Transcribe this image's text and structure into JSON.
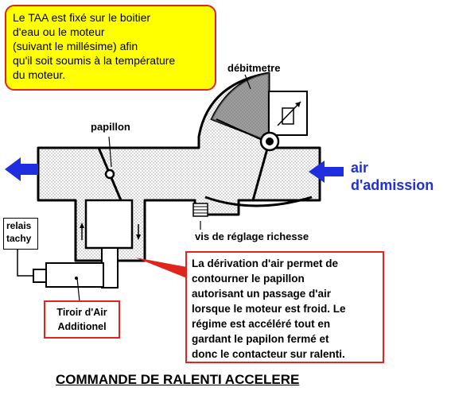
{
  "yellow_note": {
    "lines": [
      "Le TAA est fixé sur le boitier",
      "d'eau ou le moteur",
      "(suivant le millésime) afin",
      "qu'il soit soumis à la température",
      "du moteur."
    ]
  },
  "labels": {
    "debitmetre": "débitmetre",
    "papillon": "papillon",
    "vis_reglage": "vis de réglage richesse",
    "relais_tachy": [
      "relais",
      "tachy"
    ],
    "tiroir": [
      "Tiroir d'Air",
      "Additionel"
    ]
  },
  "air_label": [
    "air",
    "d'admission"
  ],
  "derivation_note": {
    "lines": [
      "La dérivation d'air permet de",
      "contourner le papillon",
      "autorisant un passage d'air",
      "lorsque le moteur est froid. Le",
      "régime est accéléré tout en",
      "gardant le papilon fermé et",
      "donc le contacteur sur ralenti."
    ]
  },
  "title": "COMMANDE DE RALENTI ACCELERE",
  "colors": {
    "callout_border": "#e0241e",
    "note_fill": "#ffff00",
    "arrow_blue": "#1f2fe0"
  }
}
